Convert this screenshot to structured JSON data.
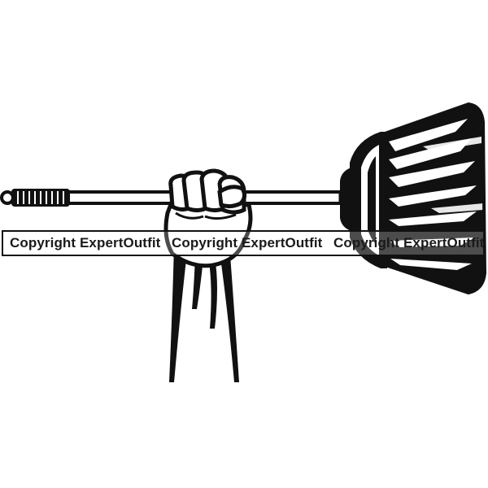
{
  "image": {
    "subject": "broom-in-fist",
    "colors": {
      "ink": "#111111",
      "background": "#ffffff"
    }
  },
  "watermark": {
    "items": [
      "Copyright ExpertOutfit",
      "Copyright ExpertOutfit",
      "Copyright ExpertOutfit"
    ]
  }
}
